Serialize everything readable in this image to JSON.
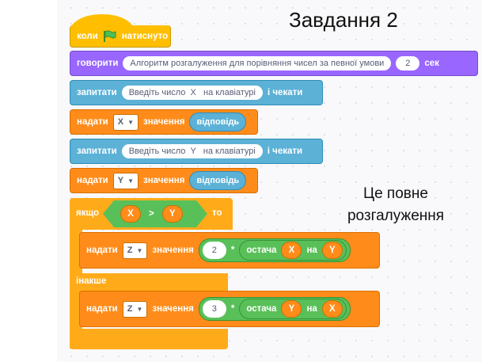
{
  "title": "Завдання 2",
  "note": [
    "Це повне",
    "розгалуження"
  ],
  "blocks": {
    "when_flag": {
      "pre": "коли",
      "post": "натиснуто",
      "icon": "green-flag-icon"
    },
    "say": {
      "label": "говорити",
      "message": "Алгоритм розгалуження для порівняння чисел за певної умови",
      "secs": "2",
      "unit": "сек"
    },
    "ask1": {
      "label": "запитати",
      "question": "Введіть число  X   на клавіатурі",
      "post": "і чекати"
    },
    "set1": {
      "label": "надати",
      "var": "X",
      "mid": "значення",
      "value": "відповідь"
    },
    "ask2": {
      "label": "запитати",
      "question": "Введіть число  Y   на клавіатурі",
      "post": "і чекати"
    },
    "set2": {
      "label": "надати",
      "var": "Y",
      "mid": "значення",
      "value": "відповідь"
    },
    "if_else": {
      "if_label": "якщо",
      "left": "X",
      "op": ">",
      "right": "Y",
      "then": "то",
      "else_label": "інакше"
    },
    "set3": {
      "label": "надати",
      "var": "Z",
      "mid": "значення",
      "num": "2",
      "mul": "*",
      "mod": "остача",
      "a": "X",
      "on": "на",
      "b": "Y"
    },
    "set4": {
      "label": "надати",
      "var": "Z",
      "mid": "значення",
      "num": "3",
      "mul": "*",
      "mod": "остача",
      "a": "Y",
      "on": "на",
      "b": "X"
    }
  },
  "colors": {
    "events": "#ffbf00",
    "looks": "#9966ff",
    "sensing": "#5cb1d6",
    "variables": "#ff8c1a",
    "control": "#ffab19",
    "operators": "#59c059"
  }
}
